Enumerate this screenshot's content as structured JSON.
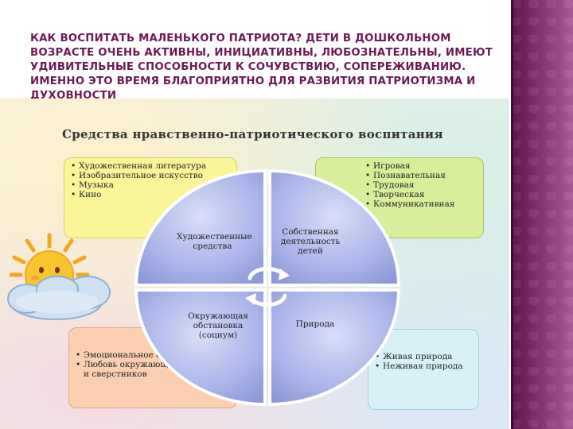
{
  "slide": {
    "title": "Как воспитать маленького патриота?  Дети в дошкольном возрасте очень активны, инициативны, любознательны, имеют удивительные способности к сочувствию, сопереживанию. Именно это время благоприятно для развития патриотизма и духовности"
  },
  "diagram": {
    "title": "Средства нравственно-патриотического воспитания",
    "quadrants": {
      "tl": "Художественные средства",
      "tr": "Собственная деятельность детей",
      "bl": "Окружающая обстановка (социум)",
      "br": "Природа"
    },
    "boxes": {
      "tl": [
        "Художественная литература",
        "Изобразительное искусство",
        "Музыка",
        "Кино"
      ],
      "tr": [
        "Игровая",
        "Познавательная",
        "Трудовая",
        "Творческая",
        "Коммуникативная"
      ],
      "bl": [
        "Эмоциональное благополучие",
        "Любовь окружающих взрослых и сверстников"
      ],
      "br": [
        "Живая природа",
        "Неживая природа"
      ]
    }
  },
  "colors": {
    "accent_title": "#6a1a55",
    "circle_fill": "#a7b1e8",
    "circle_stroke": "#ffffff",
    "box_tl": "#fbf59a",
    "box_tr": "#d8ee9a",
    "box_bl": "#fbd0b0",
    "box_br": "#d8f1f6",
    "right_band": "#6b1f5a"
  },
  "icons": [
    "sun-cloud-icon",
    "cycle-arrows-icon"
  ]
}
